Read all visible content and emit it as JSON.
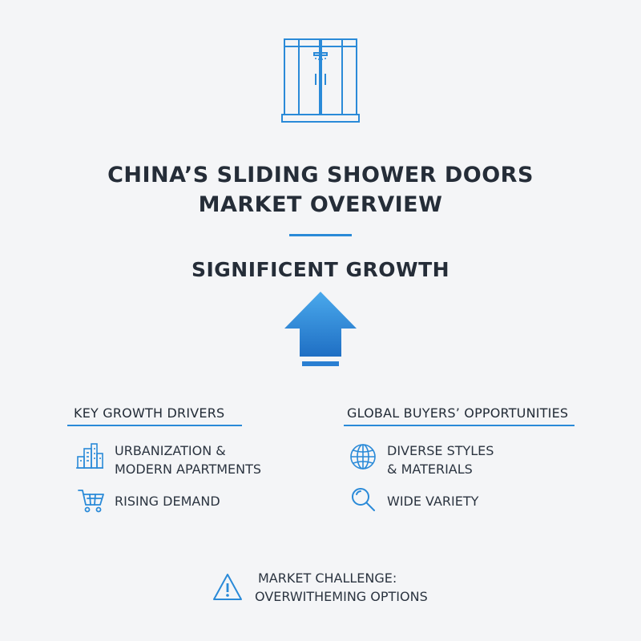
{
  "header": {
    "icon": "sliding-shower-door-icon",
    "title_line1": "CHINA’S SLIDING SHOWER DOORS",
    "title_line2": "MARKET OVERVIEW",
    "headline": "SIGNIFICENT GROWTH",
    "arrow_icon": "up-arrow-icon"
  },
  "drivers": {
    "heading": "KEY GROWTH DRIVERS",
    "items": [
      {
        "icon": "city-buildings-icon",
        "line1": "URBANIZATION &",
        "line2": "MODERN APARTMENTS"
      },
      {
        "icon": "shopping-cart-icon",
        "line1": "RISING DEMAND",
        "line2": ""
      }
    ]
  },
  "opportunities": {
    "heading": "GLOBAL BUYERS’ OPPORTUNITIES",
    "items": [
      {
        "icon": "globe-icon",
        "line1": "DIVERSE STYLES",
        "line2": "& MATERIALS"
      },
      {
        "icon": "magnifier-icon",
        "line1": "WIDE VARIETY",
        "line2": ""
      }
    ]
  },
  "challenge": {
    "icon": "warning-triangle-icon",
    "line1": "MARKET CHALLENGE:",
    "line2": "OVERWITHEMING OPTIONS"
  },
  "colors": {
    "accent": "#2a8ad8",
    "text": "#252d38",
    "background": "#f4f5f7"
  }
}
